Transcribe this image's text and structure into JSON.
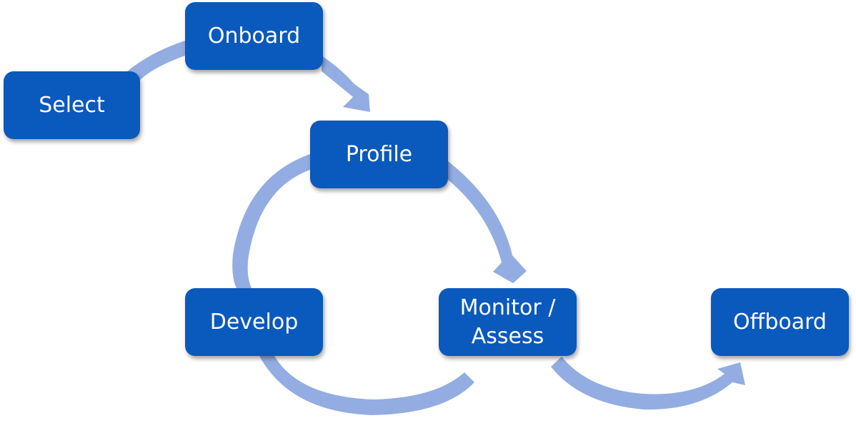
{
  "diagram": {
    "colors": {
      "box_fill": "#0a59bd",
      "box_text": "#ffffff",
      "arrow": "#93ade2"
    },
    "nodes": {
      "select": "Select",
      "onboard": "Onboard",
      "profile": "Profile",
      "monitor": "Monitor /\nAssess",
      "develop": "Develop",
      "offboard": "Offboard"
    }
  }
}
